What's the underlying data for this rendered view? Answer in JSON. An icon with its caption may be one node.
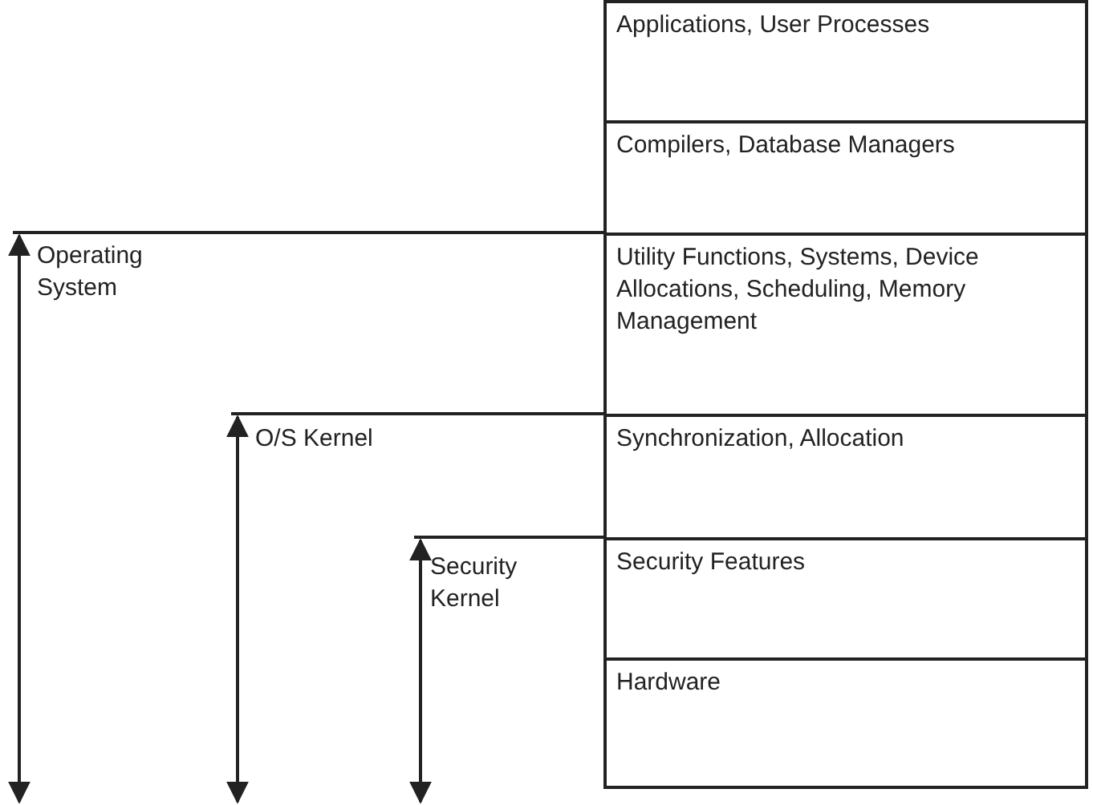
{
  "diagram": {
    "nodes": [
      {
        "text": [
          "Applications, User Processes"
        ]
      },
      {
        "text": [
          "Compilers, Database Managers"
        ]
      },
      {
        "text": [
          "Utility Functions, Systems, Device Allocations, Scheduling, Memory Management"
        ]
      },
      {
        "text": [
          "Synchronization, Allocation"
        ]
      },
      {
        "text": [
          "Security Features"
        ]
      },
      {
        "text": [
          "Hardware"
        ]
      }
    ],
    "edges": [],
    "labels": [
      "Operating System",
      "O/S Kernel",
      "Security Kernel"
    ]
  }
}
